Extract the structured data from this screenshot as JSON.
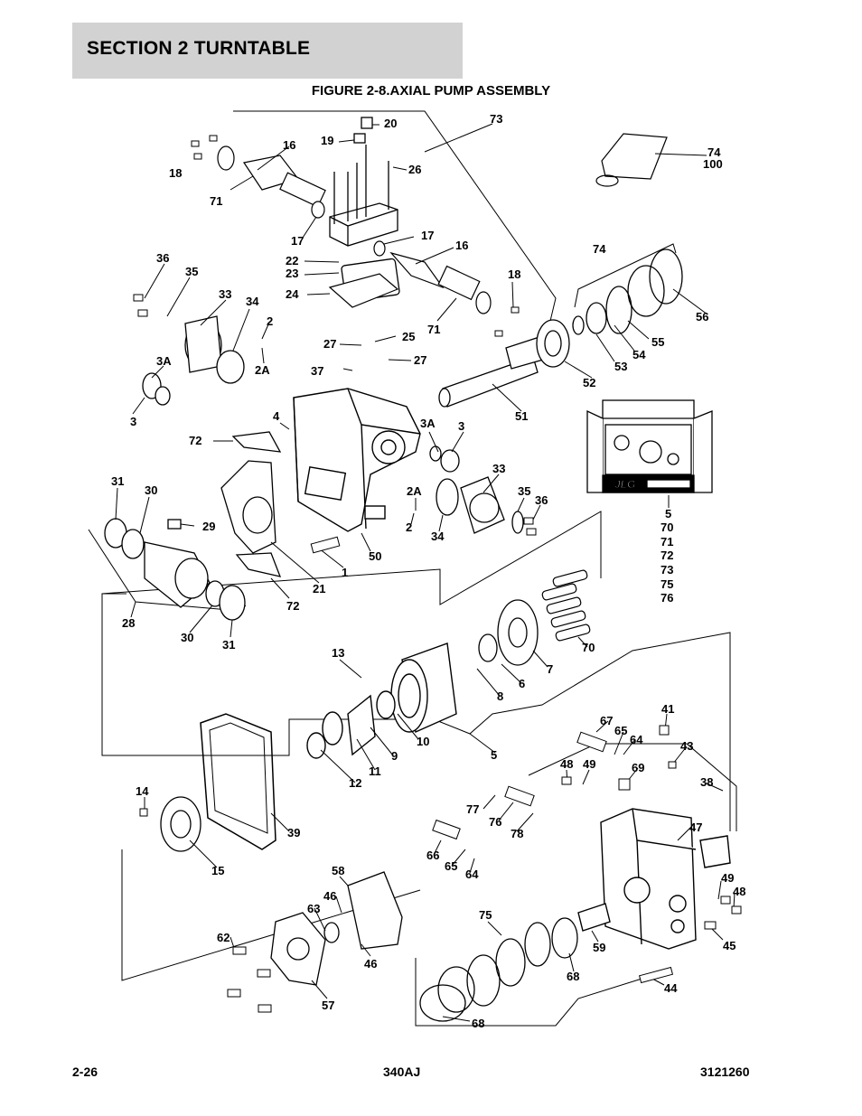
{
  "header": {
    "section_title": "SECTION 2   TURNTABLE"
  },
  "figure": {
    "title": "FIGURE 2-8.AXIAL PUMP ASSEMBLY"
  },
  "kit_box": {
    "brand": "JLG"
  },
  "callouts": [
    {
      "id": "c20",
      "text": "20"
    },
    {
      "id": "c73",
      "text": "73"
    },
    {
      "id": "c19",
      "text": "19"
    },
    {
      "id": "c16a",
      "text": "16"
    },
    {
      "id": "c18a",
      "text": "18"
    },
    {
      "id": "c26",
      "text": "26"
    },
    {
      "id": "c74a",
      "text": "74"
    },
    {
      "id": "c100",
      "text": "100"
    },
    {
      "id": "c71a",
      "text": "71"
    },
    {
      "id": "c17a",
      "text": "17"
    },
    {
      "id": "c17b",
      "text": "17"
    },
    {
      "id": "c16b",
      "text": "16"
    },
    {
      "id": "c36a",
      "text": "36"
    },
    {
      "id": "c22",
      "text": "22"
    },
    {
      "id": "c23",
      "text": "23"
    },
    {
      "id": "c74b",
      "text": "74"
    },
    {
      "id": "c35a",
      "text": "35"
    },
    {
      "id": "c18b",
      "text": "18"
    },
    {
      "id": "c24",
      "text": "24"
    },
    {
      "id": "c33a",
      "text": "33"
    },
    {
      "id": "c34a",
      "text": "34"
    },
    {
      "id": "c56",
      "text": "56"
    },
    {
      "id": "c2a",
      "text": "2"
    },
    {
      "id": "c71b",
      "text": "71"
    },
    {
      "id": "c55",
      "text": "55"
    },
    {
      "id": "c54",
      "text": "54"
    },
    {
      "id": "c27a",
      "text": "27"
    },
    {
      "id": "c25",
      "text": "25"
    },
    {
      "id": "c53",
      "text": "53"
    },
    {
      "id": "c2Aa",
      "text": "2A"
    },
    {
      "id": "c3Aa",
      "text": "3A"
    },
    {
      "id": "c27b",
      "text": "27"
    },
    {
      "id": "c37",
      "text": "37"
    },
    {
      "id": "c52",
      "text": "52"
    },
    {
      "id": "c3a",
      "text": "3"
    },
    {
      "id": "c4",
      "text": "4"
    },
    {
      "id": "c51",
      "text": "51"
    },
    {
      "id": "c3Ab",
      "text": "3A"
    },
    {
      "id": "c3b",
      "text": "3"
    },
    {
      "id": "c72a",
      "text": "72"
    },
    {
      "id": "c33b",
      "text": "33"
    },
    {
      "id": "c31a",
      "text": "31"
    },
    {
      "id": "c30a",
      "text": "30"
    },
    {
      "id": "c2Ab",
      "text": "2A"
    },
    {
      "id": "c35b",
      "text": "35"
    },
    {
      "id": "c36b",
      "text": "36"
    },
    {
      "id": "c2b",
      "text": "2"
    },
    {
      "id": "c29",
      "text": "29"
    },
    {
      "id": "c34b",
      "text": "34"
    },
    {
      "id": "c5a",
      "text": "5"
    },
    {
      "id": "c70a",
      "text": "70"
    },
    {
      "id": "c71c",
      "text": "71"
    },
    {
      "id": "c72b",
      "text": "72"
    },
    {
      "id": "c73b",
      "text": "73"
    },
    {
      "id": "c75a",
      "text": "75"
    },
    {
      "id": "c76a",
      "text": "76"
    },
    {
      "id": "c50",
      "text": "50"
    },
    {
      "id": "c1",
      "text": "1"
    },
    {
      "id": "c21",
      "text": "21"
    },
    {
      "id": "c28",
      "text": "28"
    },
    {
      "id": "c72c",
      "text": "72"
    },
    {
      "id": "c30b",
      "text": "30"
    },
    {
      "id": "c31b",
      "text": "31"
    },
    {
      "id": "c70b",
      "text": "70"
    },
    {
      "id": "c13",
      "text": "13"
    },
    {
      "id": "c7",
      "text": "7"
    },
    {
      "id": "c6",
      "text": "6"
    },
    {
      "id": "c8",
      "text": "8"
    },
    {
      "id": "c41",
      "text": "41"
    },
    {
      "id": "c10",
      "text": "10"
    },
    {
      "id": "c67",
      "text": "67"
    },
    {
      "id": "c65a",
      "text": "65"
    },
    {
      "id": "c64a",
      "text": "64"
    },
    {
      "id": "c5b",
      "text": "5"
    },
    {
      "id": "c43",
      "text": "43"
    },
    {
      "id": "c9",
      "text": "9"
    },
    {
      "id": "c48a",
      "text": "48"
    },
    {
      "id": "c49a",
      "text": "49"
    },
    {
      "id": "c69",
      "text": "69"
    },
    {
      "id": "c11",
      "text": "11"
    },
    {
      "id": "c12",
      "text": "12"
    },
    {
      "id": "c38",
      "text": "38"
    },
    {
      "id": "c14",
      "text": "14"
    },
    {
      "id": "c77",
      "text": "77"
    },
    {
      "id": "c76b",
      "text": "76"
    },
    {
      "id": "c78",
      "text": "78"
    },
    {
      "id": "c47",
      "text": "47"
    },
    {
      "id": "c39",
      "text": "39"
    },
    {
      "id": "c66",
      "text": "66"
    },
    {
      "id": "c65b",
      "text": "65"
    },
    {
      "id": "c64b",
      "text": "64"
    },
    {
      "id": "c15",
      "text": "15"
    },
    {
      "id": "c58",
      "text": "58"
    },
    {
      "id": "c49b",
      "text": "49"
    },
    {
      "id": "c48b",
      "text": "48"
    },
    {
      "id": "c46a",
      "text": "46"
    },
    {
      "id": "c63",
      "text": "63"
    },
    {
      "id": "c75b",
      "text": "75"
    },
    {
      "id": "c45",
      "text": "45"
    },
    {
      "id": "c62",
      "text": "62"
    },
    {
      "id": "c59",
      "text": "59"
    },
    {
      "id": "c46b",
      "text": "46"
    },
    {
      "id": "c68a",
      "text": "68"
    },
    {
      "id": "c44",
      "text": "44"
    },
    {
      "id": "c57",
      "text": "57"
    },
    {
      "id": "c68b",
      "text": "68"
    }
  ],
  "footer": {
    "page_number": "2-26",
    "model": "340AJ",
    "doc_number": "3121260"
  }
}
